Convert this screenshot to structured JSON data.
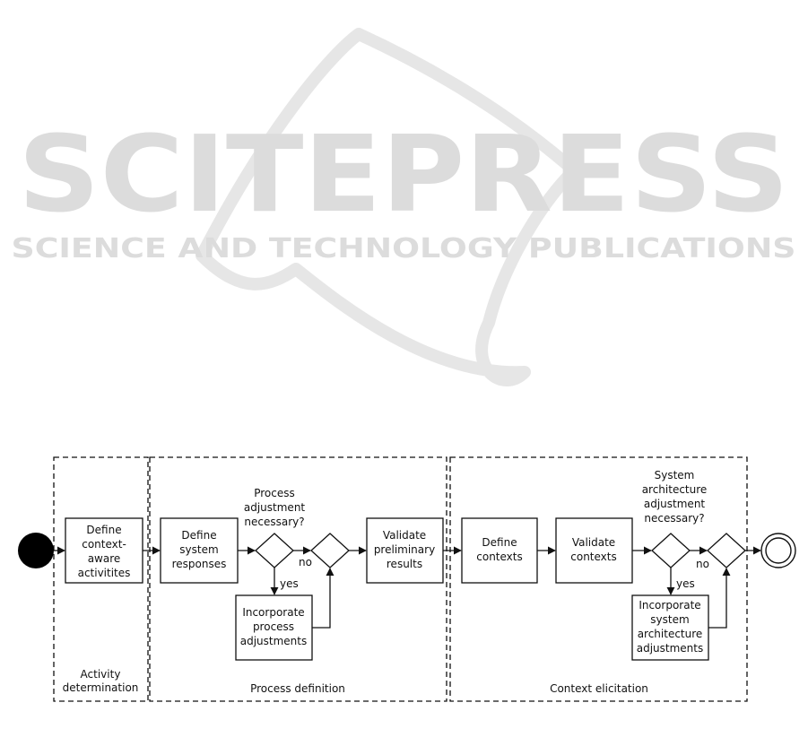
{
  "watermark": {
    "title": "SCITEPRESS",
    "subtitle": "SCIENCE AND TECHNOLOGY PUBLICATIONS",
    "color": "#dcdcdc"
  },
  "lanes": {
    "activity": "Activity determination",
    "process": "Process definition",
    "context": "Context elicitation"
  },
  "tasks": {
    "define_activities": "Define context-aware activitites",
    "define_responses": "Define system responses",
    "incorporate_process": "Incorporate process adjustments",
    "validate_results": "Validate preliminary results",
    "define_contexts": "Define contexts",
    "validate_contexts": "Validate contexts",
    "incorporate_architecture": "Incorporate system architecture adjustments"
  },
  "gateways": {
    "process_question": "Process adjustment necessary?",
    "architecture_question": "System architecture adjustment necessary?"
  },
  "edge_labels": {
    "yes_1": "yes",
    "no_1": "no",
    "yes_2": "yes",
    "no_2": "no"
  },
  "colors": {
    "line": "#111111",
    "start_event": "#000000"
  }
}
